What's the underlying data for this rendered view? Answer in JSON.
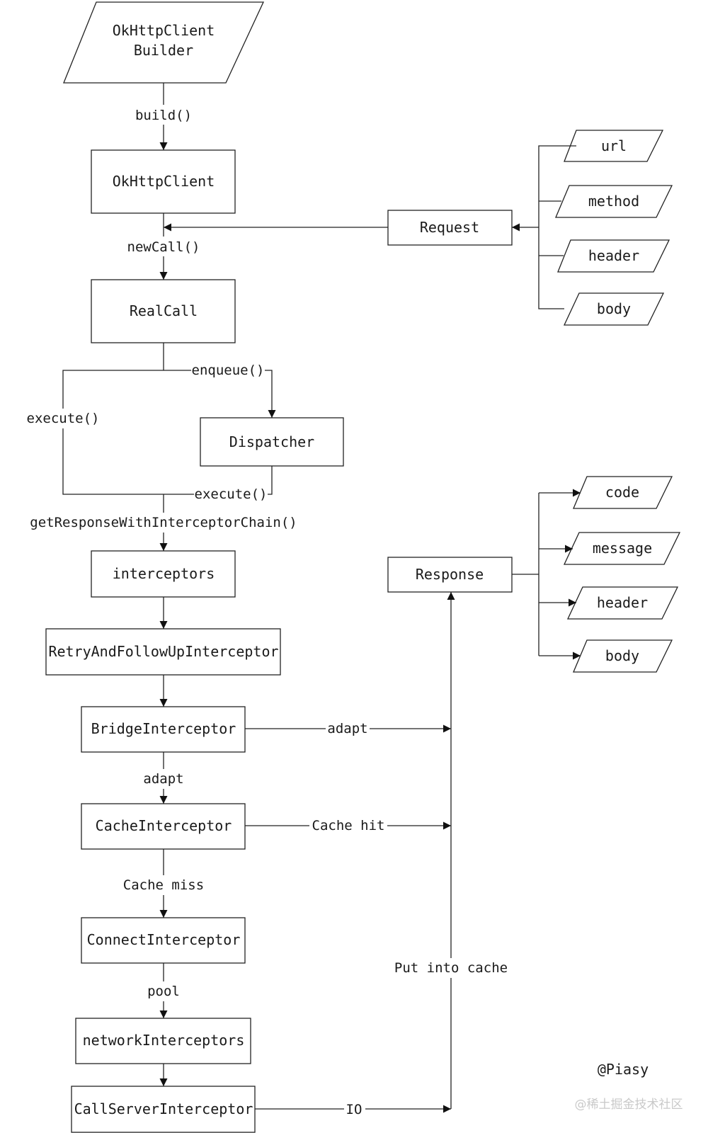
{
  "nodes": {
    "builder": "OkHttpClient\nBuilder",
    "client": "OkHttpClient",
    "realcall": "RealCall",
    "dispatcher": "Dispatcher",
    "interceptors": "interceptors",
    "retry": "RetryAndFollowUpInterceptor",
    "bridge": "BridgeInterceptor",
    "cache": "CacheInterceptor",
    "connect": "ConnectInterceptor",
    "network": "networkInterceptors",
    "callserver": "CallServerInterceptor",
    "request": "Request",
    "response": "Response"
  },
  "request_fields": [
    "url",
    "method",
    "header",
    "body"
  ],
  "response_fields": [
    "code",
    "message",
    "header",
    "body"
  ],
  "edge_labels": {
    "build": "build()",
    "newcall": "newCall()",
    "enqueue": "enqueue()",
    "execute_left": "execute()",
    "execute_dispatch": "execute()",
    "get_chain": "getResponseWithInterceptorChain()",
    "adapt_down": "adapt",
    "cache_miss": "Cache miss",
    "pool": "pool",
    "adapt_right": "adapt",
    "cache_hit": "Cache hit",
    "io": "IO",
    "put_cache": "Put into cache"
  },
  "author": "@Piasy",
  "watermark": "@稀土掘金技术社区"
}
